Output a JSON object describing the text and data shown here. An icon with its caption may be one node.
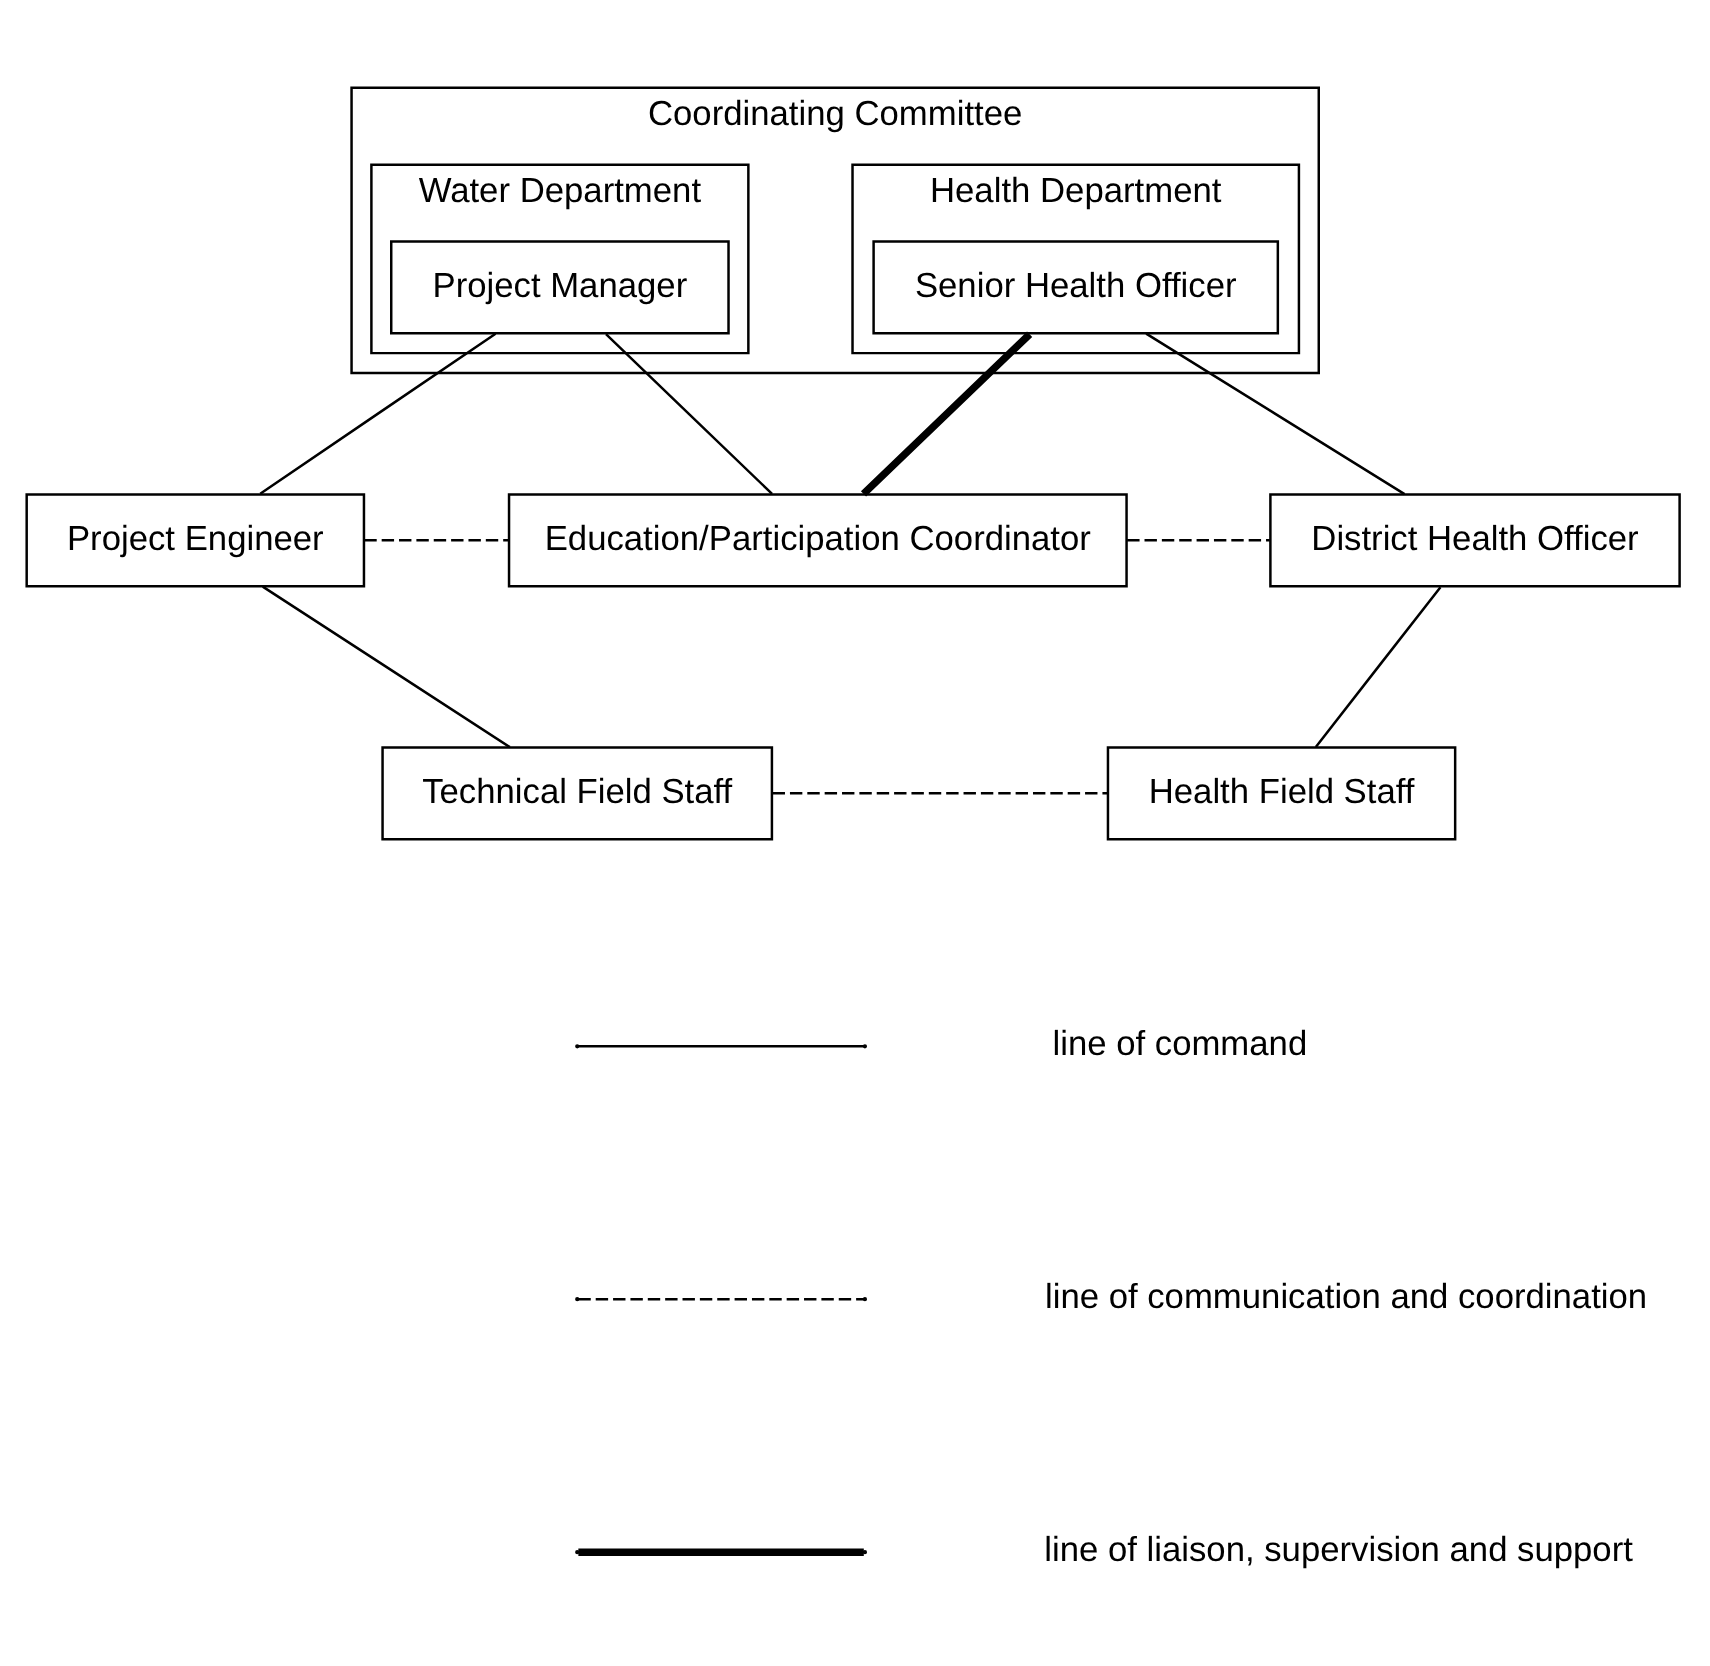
{
  "diagram": {
    "nodes": [
      {
        "text": [
          "Coordinating Committee"
        ]
      },
      {
        "text": [
          "Water Department"
        ],
        "in": 0
      },
      {
        "text": [
          "Project Manager"
        ],
        "in": 1
      },
      {
        "text": [
          "Health Department"
        ],
        "in": 0
      },
      {
        "text": [
          "Senior Health Officer"
        ],
        "in": 3
      },
      {
        "text": [
          "Project Engineer"
        ]
      },
      {
        "text": [
          "Education/Participation Coordinator"
        ]
      },
      {
        "text": [
          "District Health Officer"
        ]
      },
      {
        "text": [
          "Technical Field Staff"
        ]
      },
      {
        "text": [
          "Health Field Staff"
        ]
      }
    ],
    "edges": [
      {
        "from": 2,
        "to": 5,
        "arrow": "none"
      },
      {
        "from": 2,
        "to": 6,
        "arrow": "none"
      },
      {
        "from": 4,
        "to": 7,
        "arrow": "none"
      },
      {
        "from": 4,
        "to": 6,
        "arrow": "none",
        "style": "thick"
      },
      {
        "from": 5,
        "to": 6,
        "arrow": "none",
        "style": "dashed"
      },
      {
        "from": 6,
        "to": 7,
        "arrow": "none",
        "style": "dashed"
      },
      {
        "from": 5,
        "to": 8,
        "arrow": "none"
      },
      {
        "from": 7,
        "to": 9,
        "arrow": "none"
      },
      {
        "from": 8,
        "to": 9,
        "arrow": "none",
        "style": "dashed"
      }
    ],
    "legend": [
      {
        "text": "line of command"
      },
      {
        "text": "line of communication and coordination"
      },
      {
        "text": "line of liaison, supervision and support"
      }
    ]
  }
}
